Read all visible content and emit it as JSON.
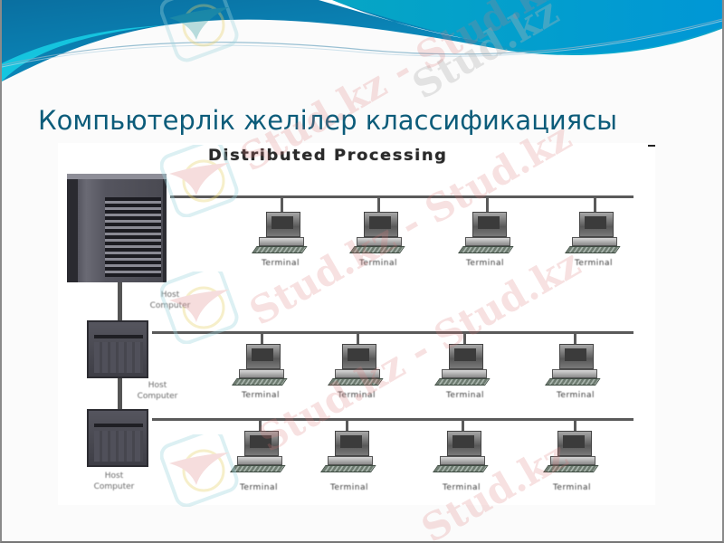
{
  "slide": {
    "title": "Компьютерлік желілер классификациясы",
    "colors": {
      "title": "#0c5c7a",
      "header_dark": "#0077aa",
      "header_light": "#11c4dc",
      "background": "#fbfbfb"
    }
  },
  "diagram": {
    "title": "Distributed Processing",
    "tiers": [
      {
        "node": {
          "type": "mainframe",
          "label": ""
        },
        "terminals": [
          "Terminal",
          "Terminal",
          "Terminal",
          "Terminal"
        ]
      },
      {
        "node": {
          "type": "host",
          "label_line1": "Host",
          "label_line2": "Computer"
        },
        "terminals": [
          "Terminal",
          "Terminal",
          "Terminal",
          "Terminal"
        ]
      },
      {
        "node": {
          "type": "host",
          "label_line1": "Host",
          "label_line2": "Computer"
        },
        "terminals": [
          "Terminal",
          "Terminal",
          "Terminal",
          "Terminal"
        ]
      }
    ],
    "upper_host_label": {
      "line1": "Host",
      "line2": "Computer"
    }
  },
  "watermarks": [
    "Stud.kz",
    "Stud.kz - Stud.kz"
  ]
}
